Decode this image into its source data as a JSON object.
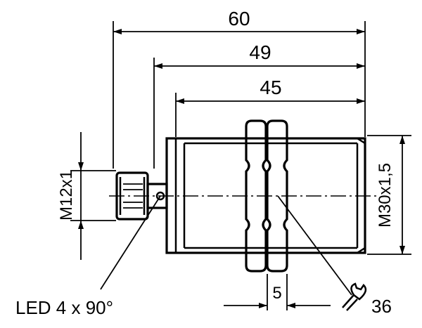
{
  "dimensions": {
    "overall_length": "60",
    "threaded_plus_connector": "49",
    "thread_length": "45",
    "connector_thread": "M12x1",
    "body_thread": "M30x1,5",
    "nut_thickness": "5"
  },
  "labels": {
    "led": "LED 4 x 90°",
    "wrench_size": "36"
  },
  "icons": {
    "wrench": "wrench-icon"
  }
}
